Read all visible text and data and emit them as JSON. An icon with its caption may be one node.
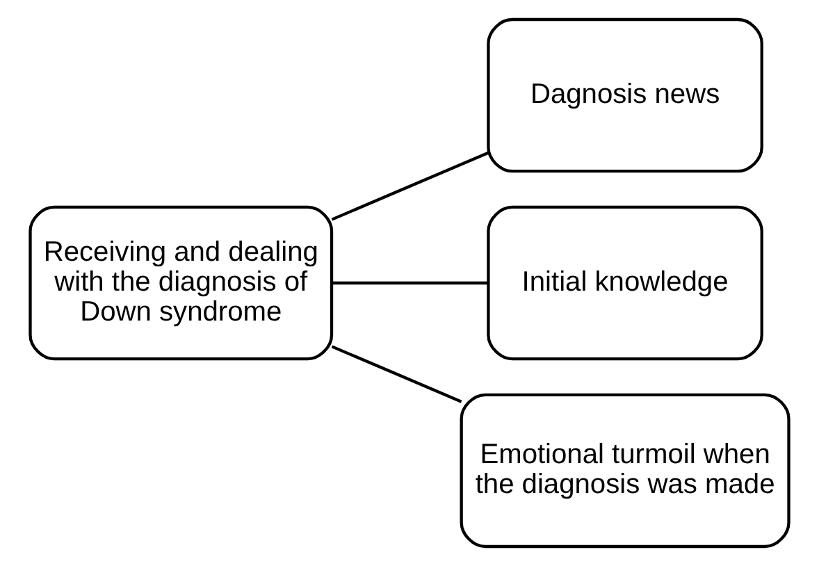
{
  "diagram": {
    "nodes": [
      {
        "text": [
          "Receiving and dealing with the diagnosis of Down syndrome"
        ]
      },
      {
        "text": [
          "Dagnosis news"
        ]
      },
      {
        "text": [
          "Initial knowledge"
        ]
      },
      {
        "text": [
          "Emotional turmoil when the diagnosis was made"
        ]
      }
    ],
    "edges": [
      {
        "from": 0,
        "to": 1,
        "arrow": "none"
      },
      {
        "from": 0,
        "to": 2,
        "arrow": "none"
      },
      {
        "from": 0,
        "to": 3,
        "arrow": "none"
      }
    ]
  }
}
